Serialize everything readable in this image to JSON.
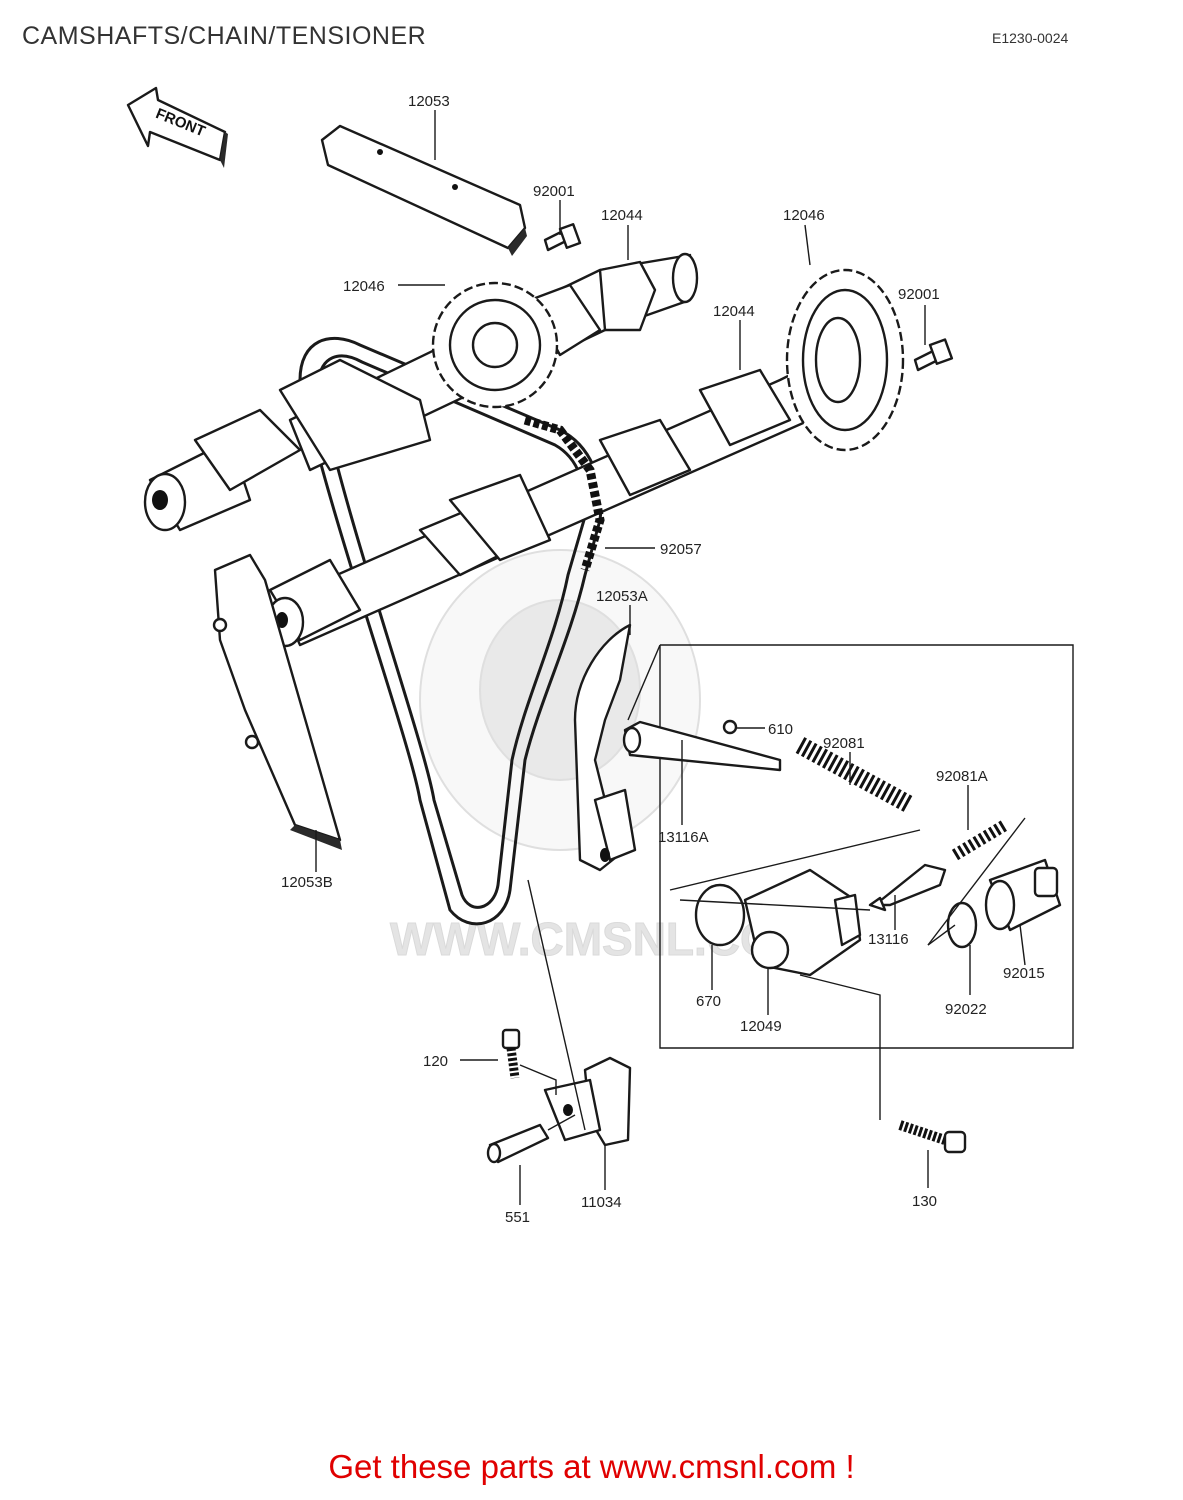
{
  "title": "CAMSHAFTS/CHAIN/TENSIONER",
  "diagram_code": "E1230-0024",
  "front_arrow_label": "FRONT",
  "watermark_text": "WWW.CMSNL.COM",
  "footer": "Get these parts at www.cmsnl.com !",
  "parts": [
    {
      "id": "12053"
    },
    {
      "id": "92001"
    },
    {
      "id": "12044"
    },
    {
      "id": "12046"
    },
    {
      "id": "12046"
    },
    {
      "id": "12044"
    },
    {
      "id": "92001"
    },
    {
      "id": "92057"
    },
    {
      "id": "12053A"
    },
    {
      "id": "610"
    },
    {
      "id": "92081"
    },
    {
      "id": "92081A"
    },
    {
      "id": "13116A"
    },
    {
      "id": "12053B"
    },
    {
      "id": "13116"
    },
    {
      "id": "92015"
    },
    {
      "id": "670"
    },
    {
      "id": "12049"
    },
    {
      "id": "92022"
    },
    {
      "id": "120"
    },
    {
      "id": "130"
    },
    {
      "id": "11034"
    },
    {
      "id": "551"
    }
  ],
  "colors": {
    "footer": "#e00000",
    "line": "#1a1a1a",
    "watermark": "#e7e7e7"
  }
}
